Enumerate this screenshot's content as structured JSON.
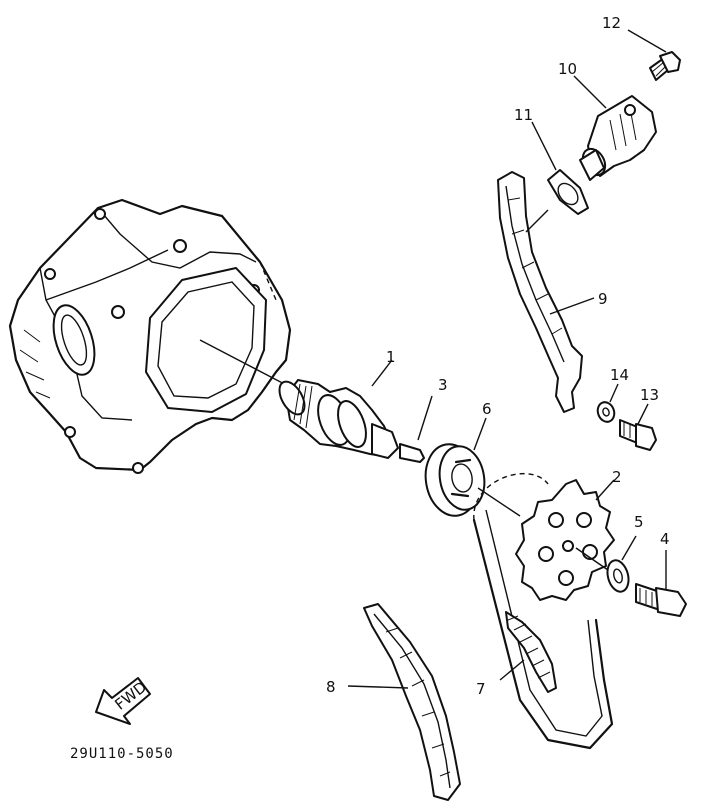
{
  "diagram": {
    "drawing_code": "29U110-5050",
    "fwd_label": "FWD",
    "callouts": {
      "c1": "1",
      "c2": "2",
      "c3": "3",
      "c4": "4",
      "c5": "5",
      "c6": "6",
      "c7": "7",
      "c8": "8",
      "c9": "9",
      "c10": "10",
      "c11": "11",
      "c12": "12",
      "c13": "13",
      "c14": "14"
    }
  }
}
